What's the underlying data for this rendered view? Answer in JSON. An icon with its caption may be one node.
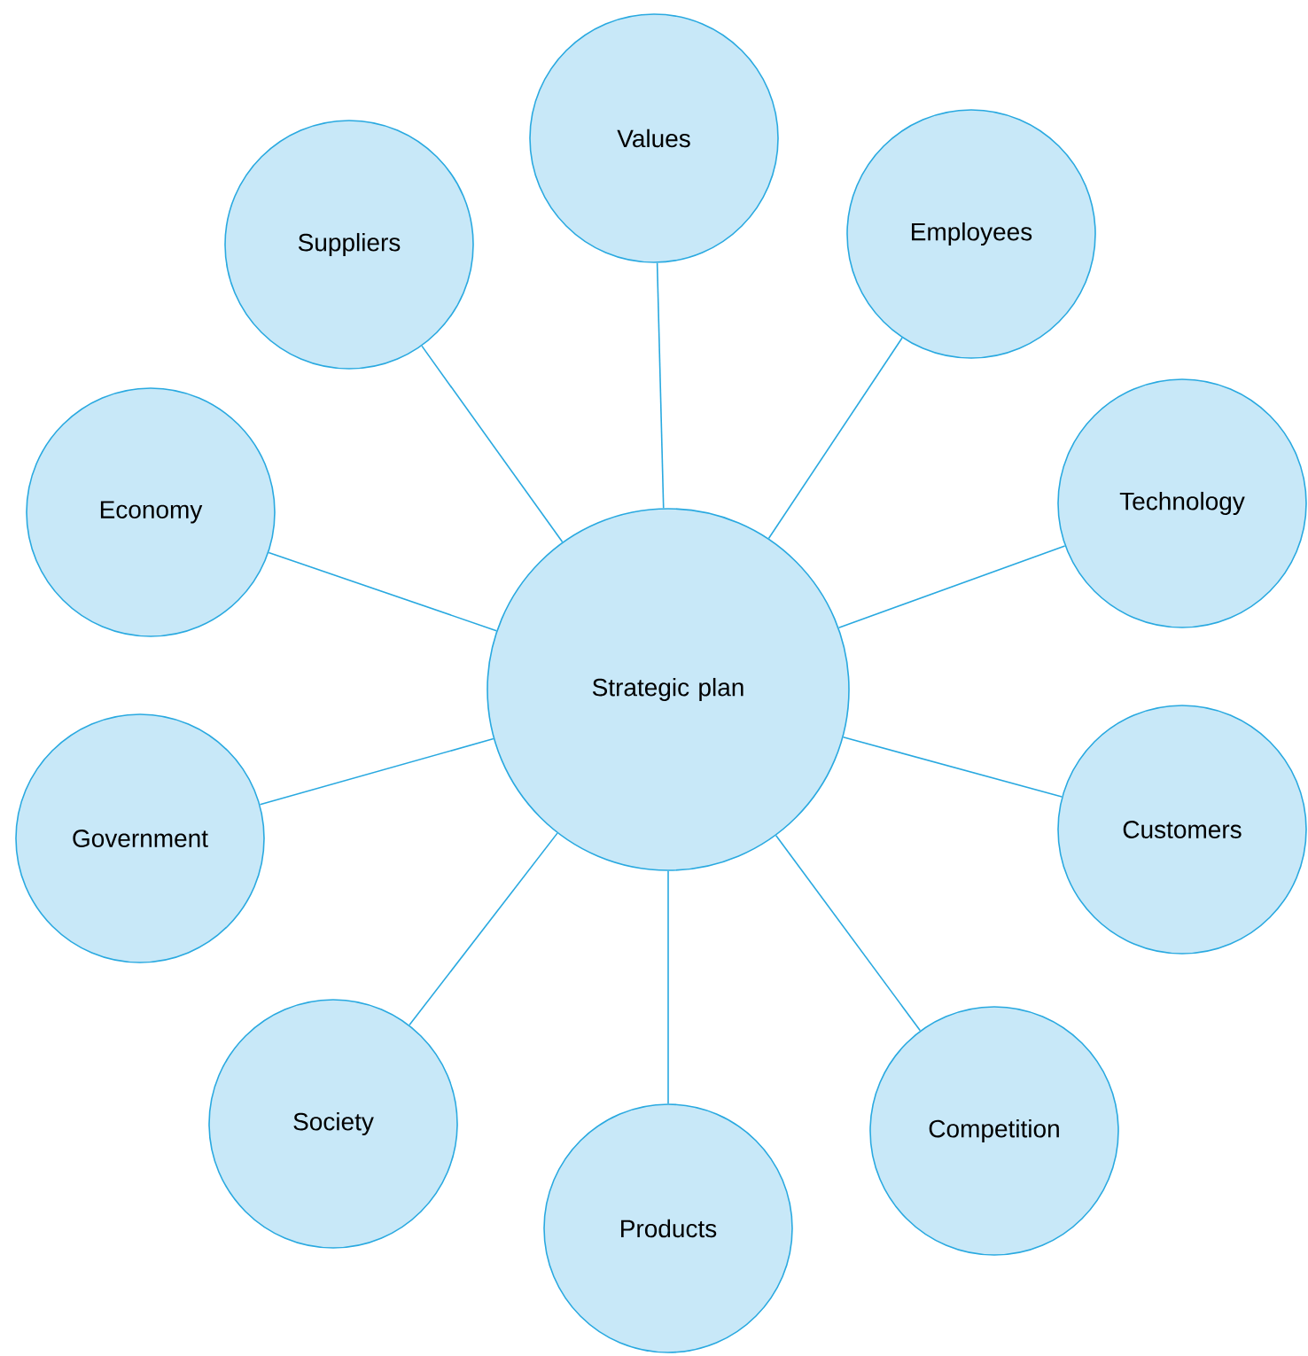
{
  "diagram": {
    "nodes": [
      {
        "text": [
          "Strategic plan"
        ]
      },
      {
        "text": [
          "Values"
        ]
      },
      {
        "text": [
          "Suppliers"
        ]
      },
      {
        "text": [
          "Employees"
        ]
      },
      {
        "text": [
          "Economy"
        ]
      },
      {
        "text": [
          "Technology"
        ]
      },
      {
        "text": [
          "Government"
        ]
      },
      {
        "text": [
          "Customers"
        ]
      },
      {
        "text": [
          "Society"
        ]
      },
      {
        "text": [
          "Competition"
        ]
      },
      {
        "text": [
          "Products"
        ]
      }
    ],
    "edges": [
      {
        "from": 0,
        "to": 1,
        "arrow": "none"
      },
      {
        "from": 0,
        "to": 2,
        "arrow": "none"
      },
      {
        "from": 0,
        "to": 3,
        "arrow": "none"
      },
      {
        "from": 0,
        "to": 4,
        "arrow": "none"
      },
      {
        "from": 0,
        "to": 5,
        "arrow": "none"
      },
      {
        "from": 0,
        "to": 6,
        "arrow": "none"
      },
      {
        "from": 0,
        "to": 7,
        "arrow": "none"
      },
      {
        "from": 0,
        "to": 8,
        "arrow": "none"
      },
      {
        "from": 0,
        "to": 9,
        "arrow": "none"
      },
      {
        "from": 0,
        "to": 10,
        "arrow": "none"
      }
    ]
  }
}
